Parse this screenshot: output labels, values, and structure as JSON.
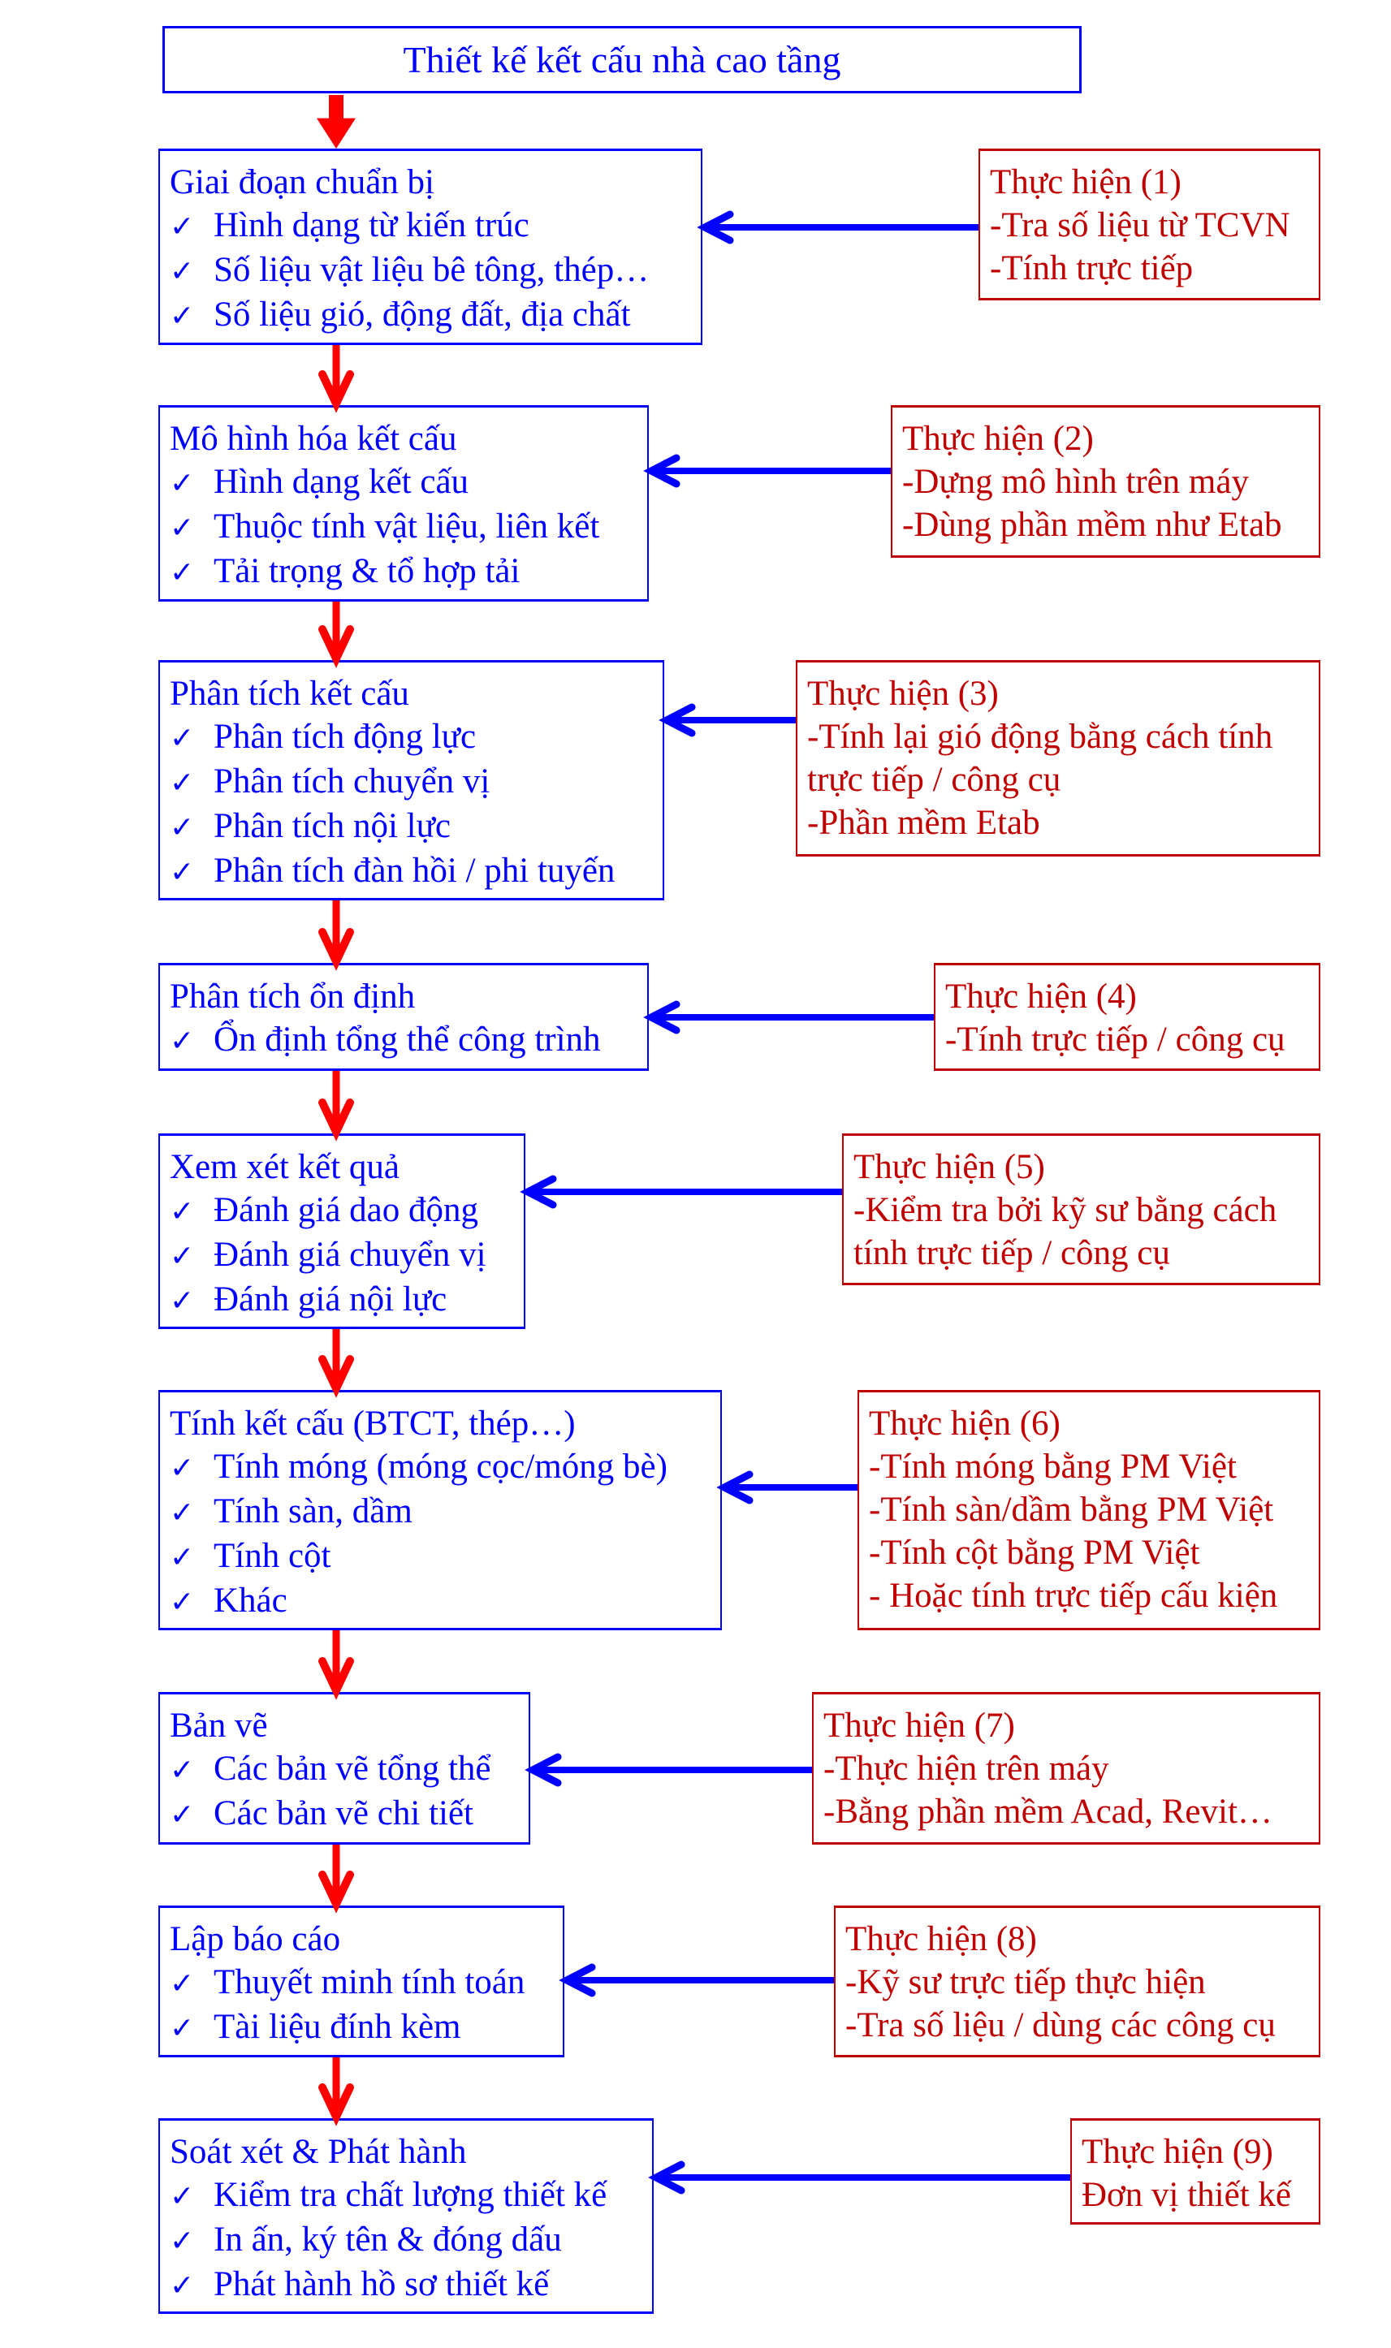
{
  "title": "Thiết kế kết cấu nhà cao tầng",
  "colors": {
    "step": "#0000FF",
    "exec": "#C00000",
    "flow_arrow": "#FF0000",
    "link_arrow": "#0000FF"
  },
  "steps": [
    {
      "heading": "Giai đoạn chuẩn bị",
      "items": [
        "Hình dạng từ kiến trúc",
        "Số liệu vật liệu bê tông, thép…",
        "Số liệu gió, động đất, địa chất"
      ],
      "exec": {
        "heading": "Thực hiện (1)",
        "lines": [
          "-Tra số liệu từ TCVN",
          "-Tính trực tiếp"
        ]
      }
    },
    {
      "heading": "Mô hình hóa kết cấu",
      "items": [
        "Hình dạng kết cấu",
        "Thuộc tính vật liệu, liên kết",
        "Tải trọng & tổ hợp tải"
      ],
      "exec": {
        "heading": "Thực hiện (2)",
        "lines": [
          "-Dựng mô hình trên máy",
          "-Dùng phần mềm như Etab"
        ]
      }
    },
    {
      "heading": "Phân tích kết cấu",
      "items": [
        "Phân tích động lực",
        "Phân tích chuyển vị",
        "Phân tích nội lực",
        "Phân tích đàn hồi / phi tuyến"
      ],
      "exec": {
        "heading": "Thực hiện (3)",
        "lines": [
          "-Tính lại gió động bằng cách tính",
          "trực tiếp / công cụ",
          "-Phần mềm Etab"
        ]
      }
    },
    {
      "heading": "Phân tích ổn định",
      "items": [
        "Ổn định tổng thể công trình"
      ],
      "exec": {
        "heading": "Thực hiện (4)",
        "lines": [
          "-Tính trực tiếp / công cụ"
        ]
      }
    },
    {
      "heading": "Xem xét kết quả",
      "items": [
        "Đánh giá dao động",
        "Đánh giá chuyển vị",
        "Đánh giá nội lực"
      ],
      "exec": {
        "heading": "Thực hiện (5)",
        "lines": [
          "-Kiểm tra bởi kỹ sư bằng cách",
          "tính trực tiếp / công cụ"
        ]
      }
    },
    {
      "heading": "Tính kết cấu (BTCT, thép…)",
      "items": [
        "Tính móng (móng cọc/móng bè)",
        "Tính sàn, dầm",
        "Tính cột",
        "Khác"
      ],
      "exec": {
        "heading": "Thực hiện (6)",
        "lines": [
          "-Tính móng bằng PM Việt",
          "-Tính sàn/dầm bằng PM Việt",
          "-Tính cột bằng PM Việt",
          "- Hoặc tính trực tiếp cấu kiện"
        ]
      }
    },
    {
      "heading": "Bản vẽ",
      "items": [
        "Các bản vẽ tổng thể",
        "Các bản vẽ chi tiết"
      ],
      "exec": {
        "heading": "Thực hiện (7)",
        "lines": [
          "-Thực hiện trên máy",
          "-Bằng phần mềm Acad, Revit…"
        ]
      }
    },
    {
      "heading": "Lập báo cáo",
      "items": [
        "Thuyết minh tính toán",
        "Tài liệu đính kèm"
      ],
      "exec": {
        "heading": "Thực hiện (8)",
        "lines": [
          "-Kỹ sư trực tiếp thực hiện",
          "-Tra số liệu / dùng các công cụ"
        ]
      }
    },
    {
      "heading": "Soát xét & Phát hành",
      "items": [
        "Kiểm tra chất lượng thiết kế",
        "In ấn, ký tên & đóng dấu",
        "Phát hành hồ sơ thiết kế"
      ],
      "exec": {
        "heading": "Thực hiện (9)",
        "lines": [
          "Đơn vị thiết kế"
        ]
      }
    }
  ],
  "check_glyph": "✓"
}
